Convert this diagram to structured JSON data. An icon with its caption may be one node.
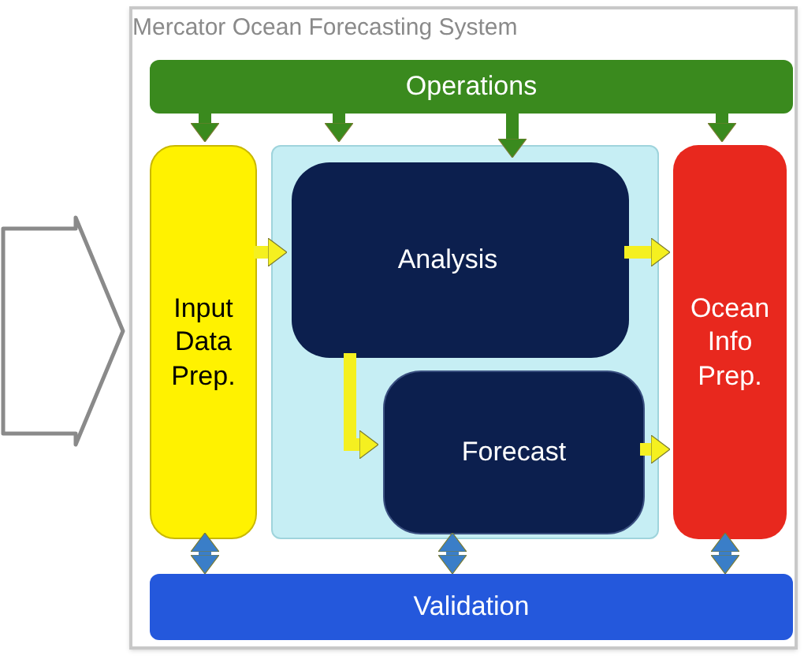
{
  "diagram": {
    "nodes": [
      {
        "text": [
          "Mercator Ocean Forecasting System"
        ]
      },
      {
        "text": [
          "Operations"
        ],
        "in": 0
      },
      {
        "text": [
          "Input Data Prep."
        ],
        "in": 0
      },
      {
        "text": [],
        "shape": "box",
        "in": 0
      },
      {
        "text": [
          "Analysis"
        ],
        "in": 3
      },
      {
        "text": [
          "Forecast"
        ],
        "in": 3
      },
      {
        "text": [
          "Ocean Info Prep."
        ],
        "in": 0
      },
      {
        "text": [
          "Validation"
        ],
        "in": 0
      }
    ],
    "edges": [
      {
        "from": 1,
        "to": 2,
        "arrow": "to",
        "color": "#3a8a1e"
      },
      {
        "from": 1,
        "to": 3,
        "arrow": "to",
        "color": "#3a8a1e"
      },
      {
        "from": 1,
        "to": 4,
        "arrow": "to",
        "color": "#3a8a1e"
      },
      {
        "from": 1,
        "to": 6,
        "arrow": "to",
        "color": "#3a8a1e"
      },
      {
        "from": 2,
        "to": 4,
        "arrow": "to",
        "color": "#f5f020"
      },
      {
        "from": 4,
        "to": 6,
        "arrow": "to",
        "color": "#f5f020"
      },
      {
        "from": 4,
        "to": 5,
        "arrow": "to",
        "color": "#f5f020"
      },
      {
        "from": 5,
        "to": 6,
        "arrow": "to",
        "color": "#f5f020"
      },
      {
        "from": 7,
        "to": 2,
        "arrow": "both",
        "color": "#3a7ec8"
      },
      {
        "from": 7,
        "to": 3,
        "arrow": "both",
        "color": "#3a7ec8"
      },
      {
        "from": 7,
        "to": 6,
        "arrow": "both",
        "color": "#3a7ec8"
      },
      {
        "from": null,
        "to": 0,
        "arrow": "to",
        "style": "thick",
        "color": "#ffffff"
      }
    ]
  }
}
